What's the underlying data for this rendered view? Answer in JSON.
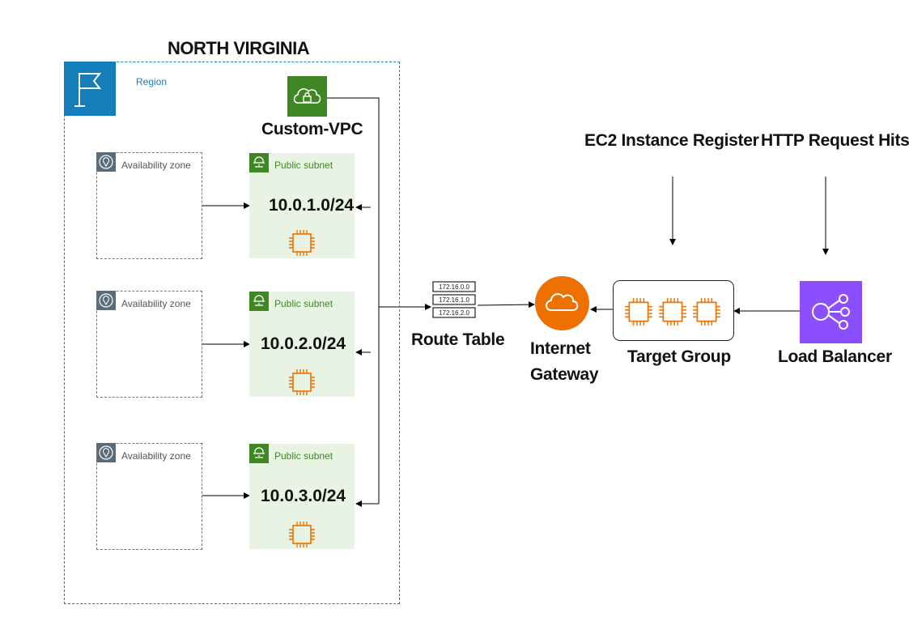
{
  "diagram": {
    "region": {
      "title": "NORTH VIRGINIA",
      "label": "Region",
      "icon": "flag-icon",
      "color": "#147eba"
    },
    "vpc": {
      "label": "Custom-VPC",
      "icon": "cloud-lock-icon",
      "color": "#3f8624"
    },
    "availability_zones": [
      {
        "label": "Availability zone",
        "icon": "location-pin-icon"
      },
      {
        "label": "Availability zone",
        "icon": "location-pin-icon"
      },
      {
        "label": "Availability zone",
        "icon": "location-pin-icon"
      }
    ],
    "subnets": [
      {
        "label": "Public subnet",
        "cidr": "10.0.1.0/24",
        "icon": "ec2-chip-icon"
      },
      {
        "label": "Public subnet",
        "cidr": "10.0.2.0/24",
        "icon": "ec2-chip-icon"
      },
      {
        "label": "Public subnet",
        "cidr": "10.0.3.0/24",
        "icon": "ec2-chip-icon"
      }
    ],
    "route_table": {
      "label": "Route Table",
      "entries": [
        "172.16.0.0",
        "172.16.1.0",
        "172.16.2.0"
      ]
    },
    "internet_gateway": {
      "label_line1": "Internet",
      "label_line2": "Gateway",
      "color": "#ed7100"
    },
    "target_group": {
      "label": "Target Group"
    },
    "load_balancer": {
      "label": "Load Balancer",
      "color": "#8c4fff"
    },
    "annotations": {
      "ec2_register": "EC2 Instance Register",
      "http_hits": "HTTP Request Hits"
    }
  }
}
